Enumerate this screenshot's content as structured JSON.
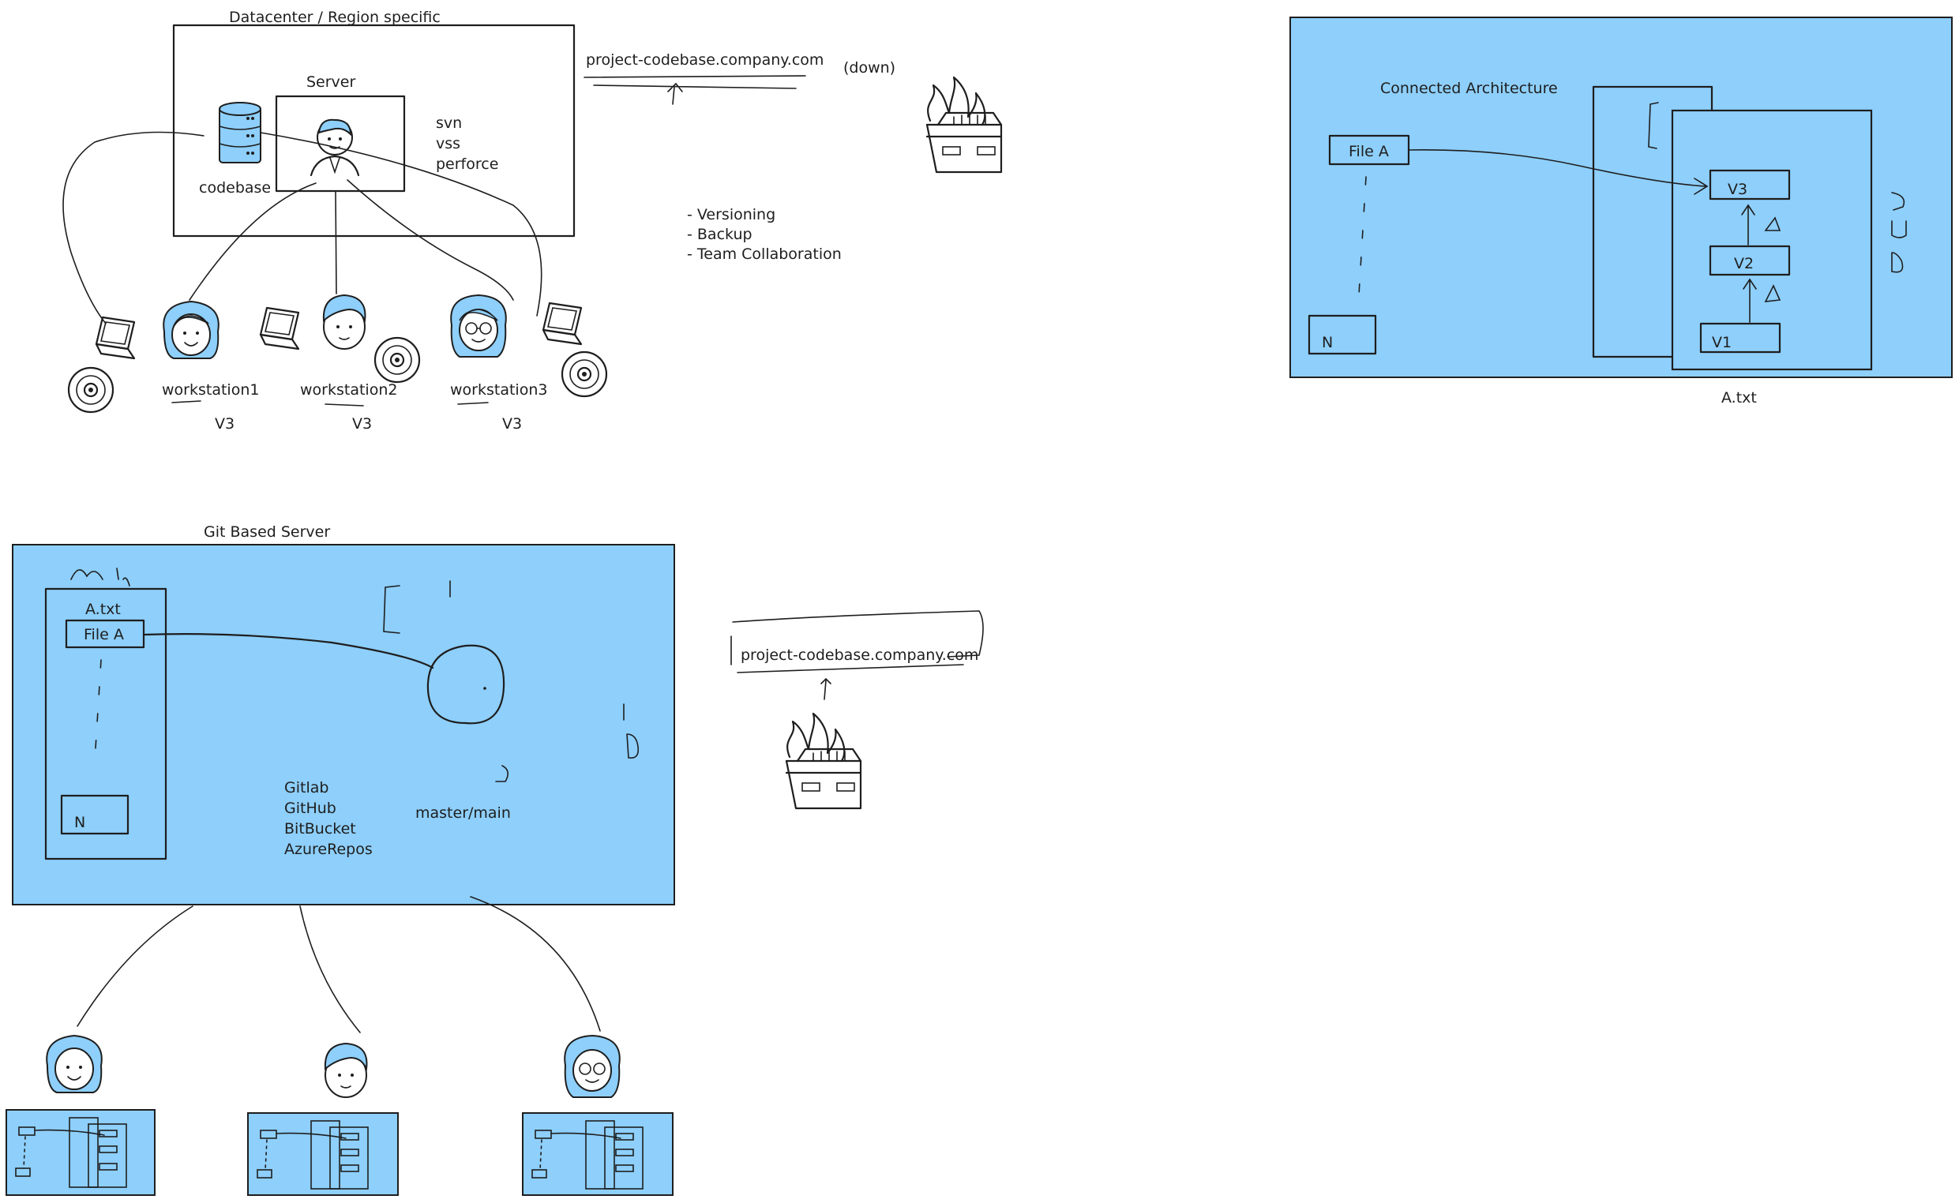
{
  "datacenter": {
    "title": "Datacenter / Region specific",
    "server_label": "Server",
    "codebase_label": "codebase",
    "tools": [
      "svn",
      "vss",
      "perforce"
    ]
  },
  "url_top": "project-codebase.company.com",
  "down_label": "(down)",
  "features": [
    "- Versioning",
    "- Backup",
    "- Team Collaboration"
  ],
  "workstations": [
    {
      "label": "workstation1",
      "version": "V3"
    },
    {
      "label": "workstation2",
      "version": "V3"
    },
    {
      "label": "workstation3",
      "version": "V3"
    }
  ],
  "connected": {
    "title": "Connected Architecture",
    "file_label": "File A",
    "n_label": "N",
    "versions": [
      "V3",
      "V2",
      "V1"
    ],
    "caption": "A.txt"
  },
  "git": {
    "title": "Git Based Server",
    "file_caption": "A.txt",
    "file_label": "File A",
    "n_label": "N",
    "providers": [
      "Gitlab",
      "GitHub",
      "BitBucket",
      "AzureRepos"
    ],
    "branch": "master/main"
  },
  "url_bottom": "project-codebase.company.com",
  "colors": {
    "accent": "#8ecffb",
    "ink": "#1e1e1e"
  }
}
